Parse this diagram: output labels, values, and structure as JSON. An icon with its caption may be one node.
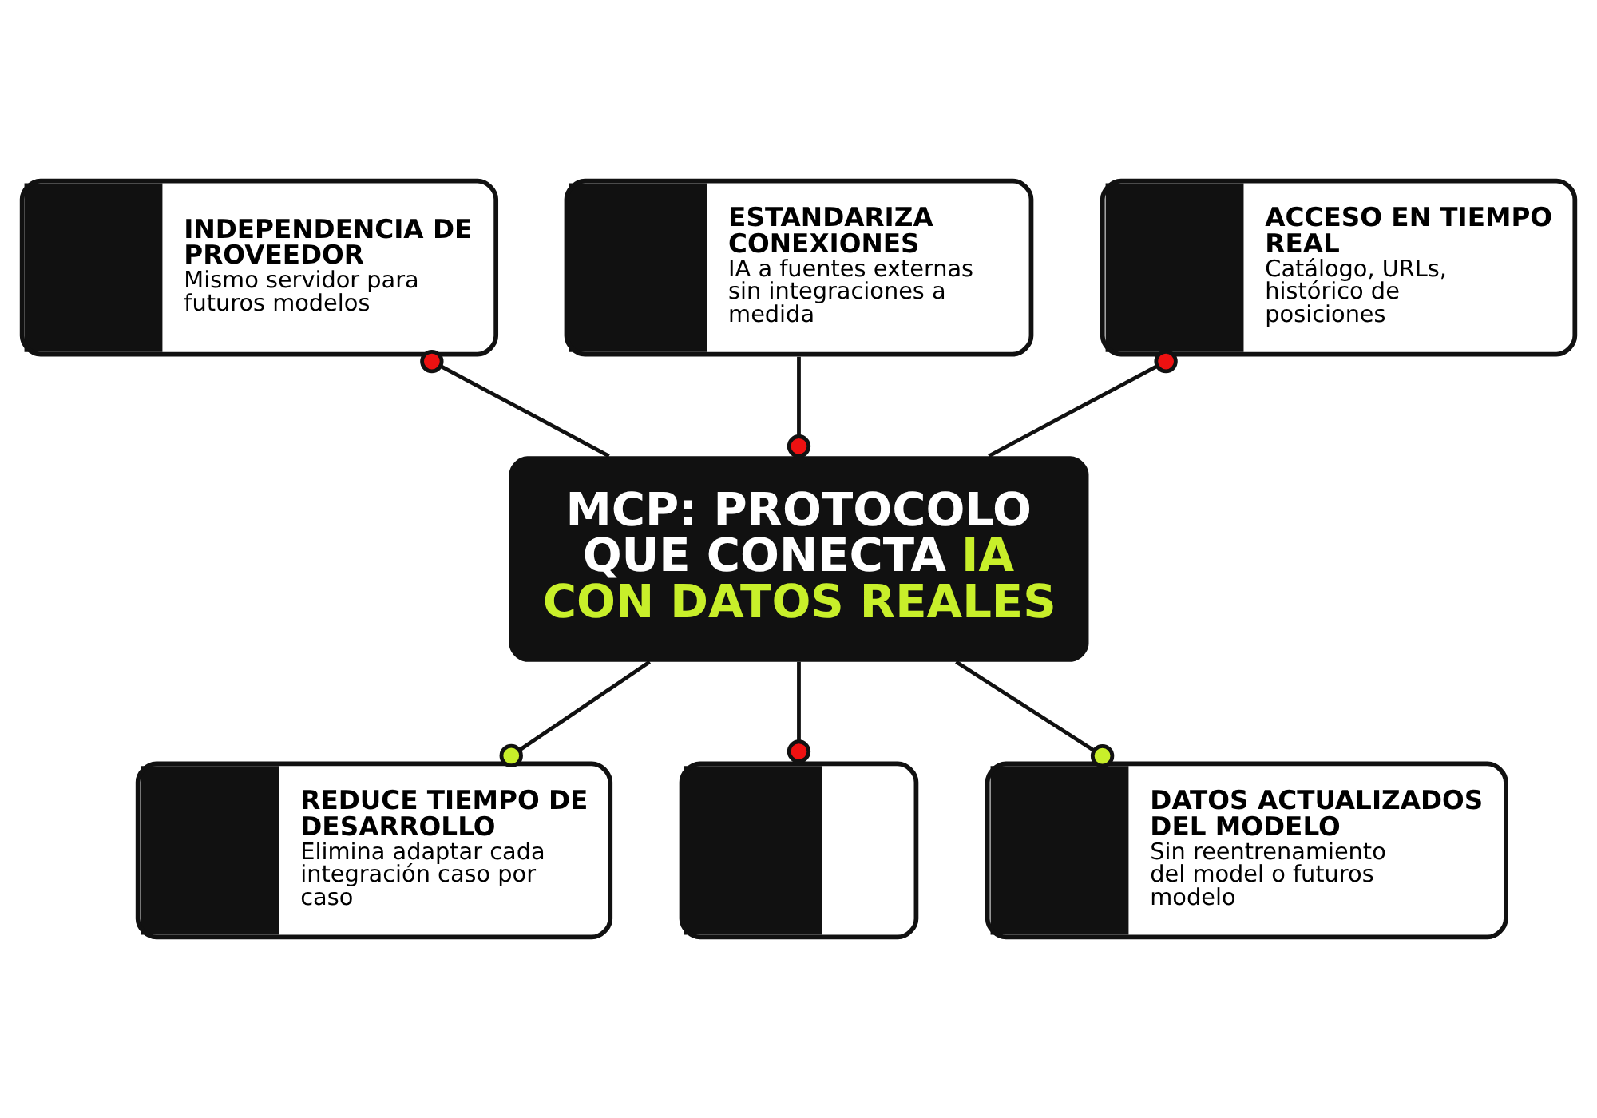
{
  "diagram": {
    "nodes": [
      {
        "text": [
          "ESTANDARIZA CONEXIONES",
          "IA a fuentes externas sin integraciones a medida"
        ]
      },
      {
        "text": [
          "INDEPENDENCIA DE PROVEEDOR",
          "Mismo servidor para futuros modelos"
        ]
      },
      {
        "text": [
          "MCP: PROTOCOLO QUE CONECTA",
          "IA CON DATOS REALES"
        ]
      },
      {
        "text": [
          "ACCESO EN TIEMPO REAL",
          "Catálogo, URLs, histórico de posiciones"
        ]
      },
      {
        "text": [
          "REDUCE TIEMPO DE DESARROLLO",
          "Elimina adaptar cada integración caso por caso"
        ]
      },
      {
        "text": [],
        "shape": "box"
      },
      {
        "text": [
          "DATOS ACTUALIZADOS DEL MODELO",
          "Sin reentrenamiento del model o futuros modelo"
        ]
      }
    ],
    "edges": [
      {
        "from": 0,
        "to": 2,
        "arrow": "other"
      },
      {
        "from": 2,
        "to": 1,
        "arrow": "other"
      },
      {
        "from": 2,
        "to": 3,
        "arrow": "other"
      },
      {
        "from": 2,
        "to": 4,
        "arrow": "other"
      },
      {
        "from": 2,
        "to": 5,
        "arrow": "other"
      },
      {
        "from": 2,
        "to": 6,
        "arrow": "other"
      }
    ]
  }
}
